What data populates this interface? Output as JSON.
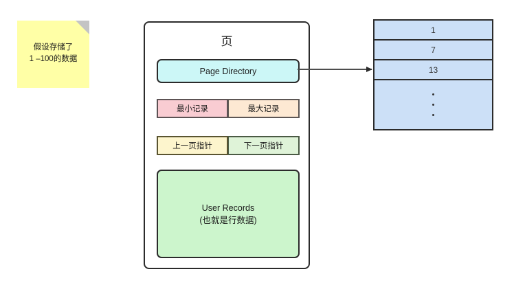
{
  "note": {
    "text": "假设存储了\n1 –100的数据",
    "bg_color": "#ffffa6",
    "fold_color": "#c4c4c4"
  },
  "page": {
    "title": "页",
    "page_directory": {
      "label": "Page Directory",
      "color": "#ccf7f7"
    },
    "record_rows": [
      {
        "left": {
          "label": "最小记录",
          "color": "#f9ccd2"
        },
        "right": {
          "label": "最大记录",
          "color": "#fde9d3"
        }
      },
      {
        "left": {
          "label": "上一页指针",
          "color": "#fdf5cd"
        },
        "right": {
          "label": "下一页指针",
          "color": "#dff3d8"
        }
      }
    ],
    "user_records": {
      "title": "User Records",
      "subtitle": "(也就是行数据)",
      "color": "#ccf5cc"
    }
  },
  "directory_table": {
    "color": "#cce0f7",
    "rows": [
      "1",
      "7",
      "13"
    ],
    "ellipsis_dots": 3
  },
  "connector": {
    "from": "page-directory",
    "to": "directory-table-row-13",
    "stroke_color": "#4d4d4d"
  }
}
